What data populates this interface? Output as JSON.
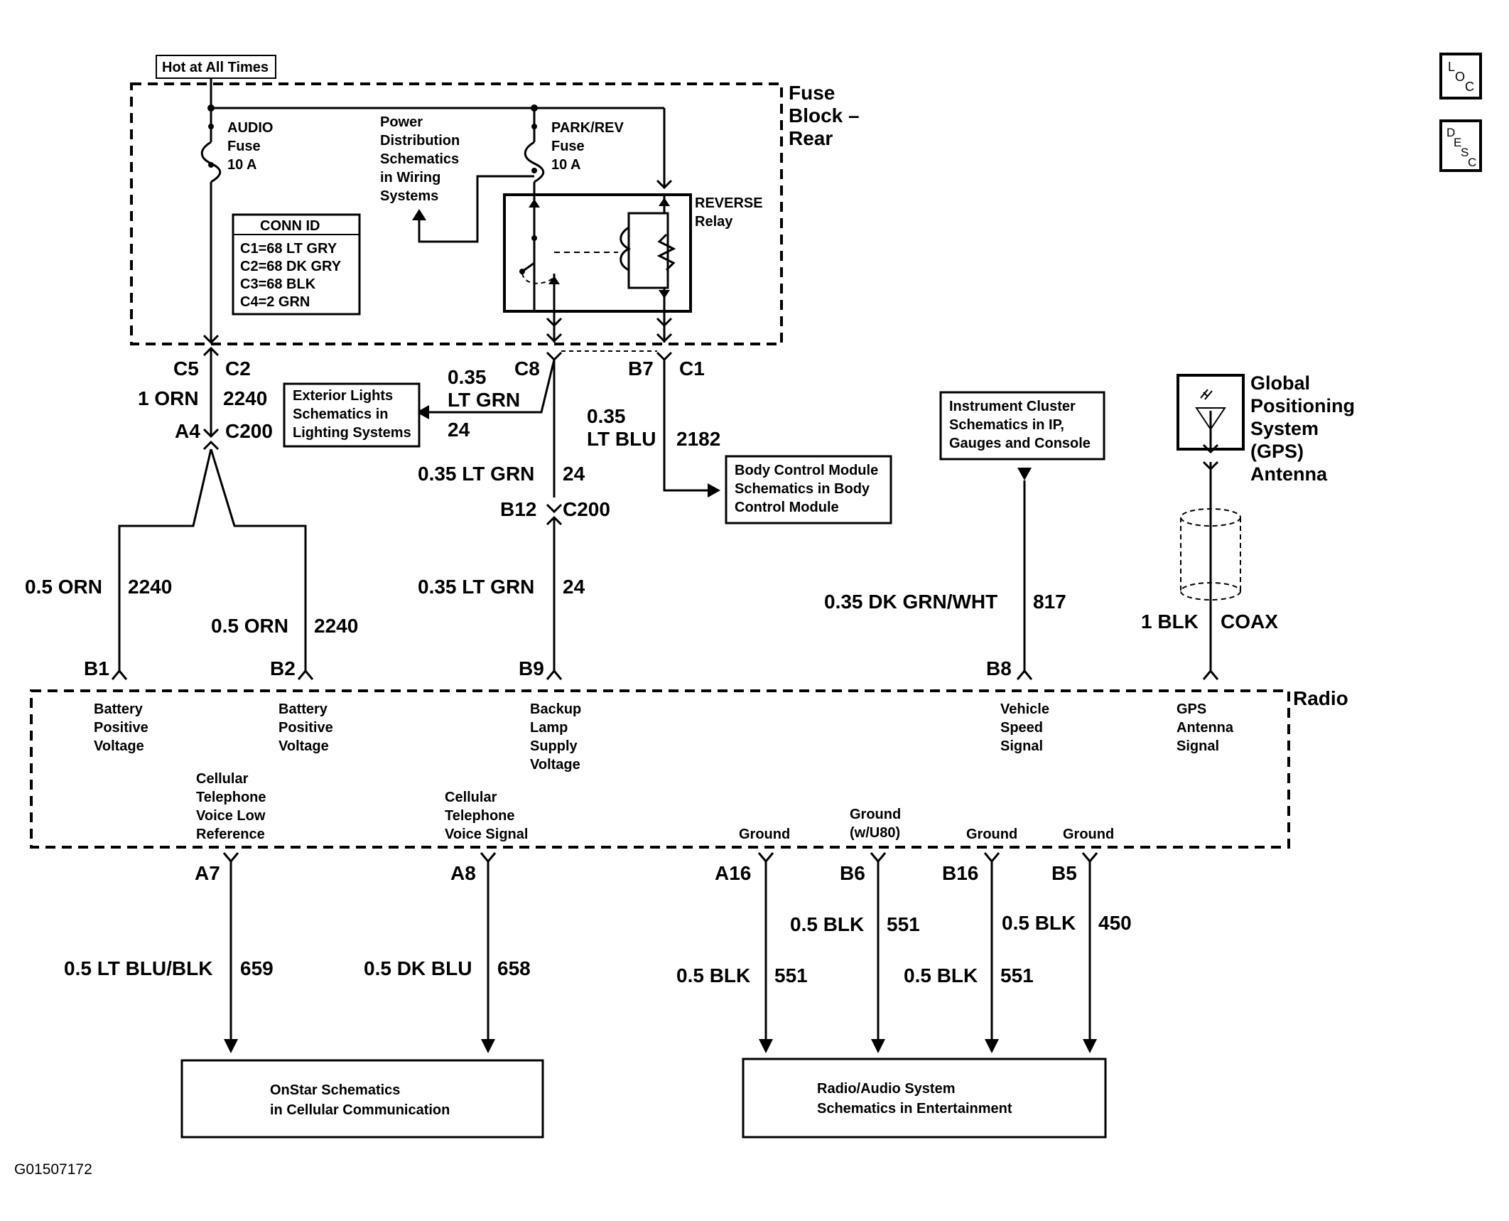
{
  "power": {
    "hot_label": "Hot at All Times"
  },
  "fuse_block": {
    "label": [
      "Fuse",
      "Block –",
      "Rear"
    ]
  },
  "audio_fuse": {
    "label": [
      "AUDIO",
      "Fuse",
      "10 A"
    ]
  },
  "park_rev_fuse": {
    "label": [
      "PARK/REV",
      "Fuse",
      "10 A"
    ]
  },
  "power_distribution_note": [
    "Power",
    "Distribution",
    "Schematics",
    "in Wiring",
    "Systems"
  ],
  "reverse_relay": {
    "label": [
      "REVERSE",
      "Relay"
    ]
  },
  "conn_id": {
    "title": "CONN ID",
    "rows": [
      "C1=68 LT GRY",
      "C2=68 DK GRY",
      "C3=68 BLK",
      "C4=2 GRN"
    ]
  },
  "refs": {
    "exterior_lights": [
      "Exterior Lights",
      "Schematics in",
      "Lighting Systems"
    ],
    "body_control": [
      "Body Control Module",
      "Schematics in Body",
      "Control Module"
    ],
    "instrument_cluster": [
      "Instrument Cluster",
      "Schematics in IP,",
      "Gauges and Console"
    ],
    "onstar": [
      "OnStar Schematics",
      "in Cellular Communication"
    ],
    "radio_audio": [
      "Radio/Audio System",
      "Schematics in Entertainment"
    ]
  },
  "gps": {
    "label": [
      "Global",
      "Positioning",
      "System",
      "(GPS)",
      "Antenna"
    ]
  },
  "radio": {
    "label": "Radio"
  },
  "connectors": {
    "c5": "C5",
    "c2": "C2",
    "a4": "A4",
    "c200_left": "C200",
    "c8": "C8",
    "b7": "B7",
    "c1": "C1",
    "b12": "B12",
    "c200_mid": "C200",
    "b1": "B1",
    "b2": "B2",
    "b9": "B9",
    "b8": "B8",
    "a7": "A7",
    "a8": "A8",
    "a16": "A16",
    "b6": "B6",
    "b16": "B16",
    "b5": "B5"
  },
  "wires": {
    "orn_main": {
      "gauge": "1 ORN",
      "circuit": "2240"
    },
    "lt_grn_ext": {
      "gauge": [
        "0.35",
        "LT GRN"
      ],
      "circuit": "24"
    },
    "lt_blu": {
      "gauge": [
        "0.35",
        "LT BLU"
      ],
      "circuit": "2182"
    },
    "lt_grn_1": {
      "gauge": "0.35 LT GRN",
      "circuit": "24"
    },
    "lt_grn_2": {
      "gauge": "0.35 LT GRN",
      "circuit": "24"
    },
    "orn_b1": {
      "gauge": "0.5 ORN",
      "circuit": "2240"
    },
    "orn_b2": {
      "gauge": "0.5 ORN",
      "circuit": "2240"
    },
    "dk_grn_wht": {
      "gauge": "0.35 DK GRN/WHT",
      "circuit": "817"
    },
    "coax": {
      "gauge": "1 BLK",
      "circuit": "COAX"
    },
    "a7": {
      "gauge": "0.5 LT BLU/BLK",
      "circuit": "659"
    },
    "a8": {
      "gauge": "0.5 DK BLU",
      "circuit": "658"
    },
    "a16": {
      "gauge": "0.5 BLK",
      "circuit": "551"
    },
    "b6": {
      "gauge": "0.5 BLK",
      "circuit": "551"
    },
    "b16": {
      "gauge": "0.5 BLK",
      "circuit": "551"
    },
    "b5": {
      "gauge": "0.5 BLK",
      "circuit": "450"
    }
  },
  "pins": {
    "b1": [
      "Battery",
      "Positive",
      "Voltage"
    ],
    "b2": [
      "Battery",
      "Positive",
      "Voltage"
    ],
    "b9": [
      "Backup",
      "Lamp",
      "Supply",
      "Voltage"
    ],
    "b8": [
      "Vehicle",
      "Speed",
      "Signal"
    ],
    "gps": [
      "GPS",
      "Antenna",
      "Signal"
    ],
    "a7": [
      "Cellular",
      "Telephone",
      "Voice Low",
      "Reference"
    ],
    "a8": [
      "Cellular",
      "Telephone",
      "Voice Signal"
    ],
    "a16": [
      "Ground"
    ],
    "b6": [
      "Ground",
      "(w/U80)"
    ],
    "b16": [
      "Ground"
    ],
    "b5": [
      "Ground"
    ]
  },
  "side_icons": {
    "loc": [
      "L",
      "O",
      "C"
    ],
    "desc": [
      "D",
      "E",
      "S",
      "C"
    ]
  },
  "figure_id": "G01507172"
}
